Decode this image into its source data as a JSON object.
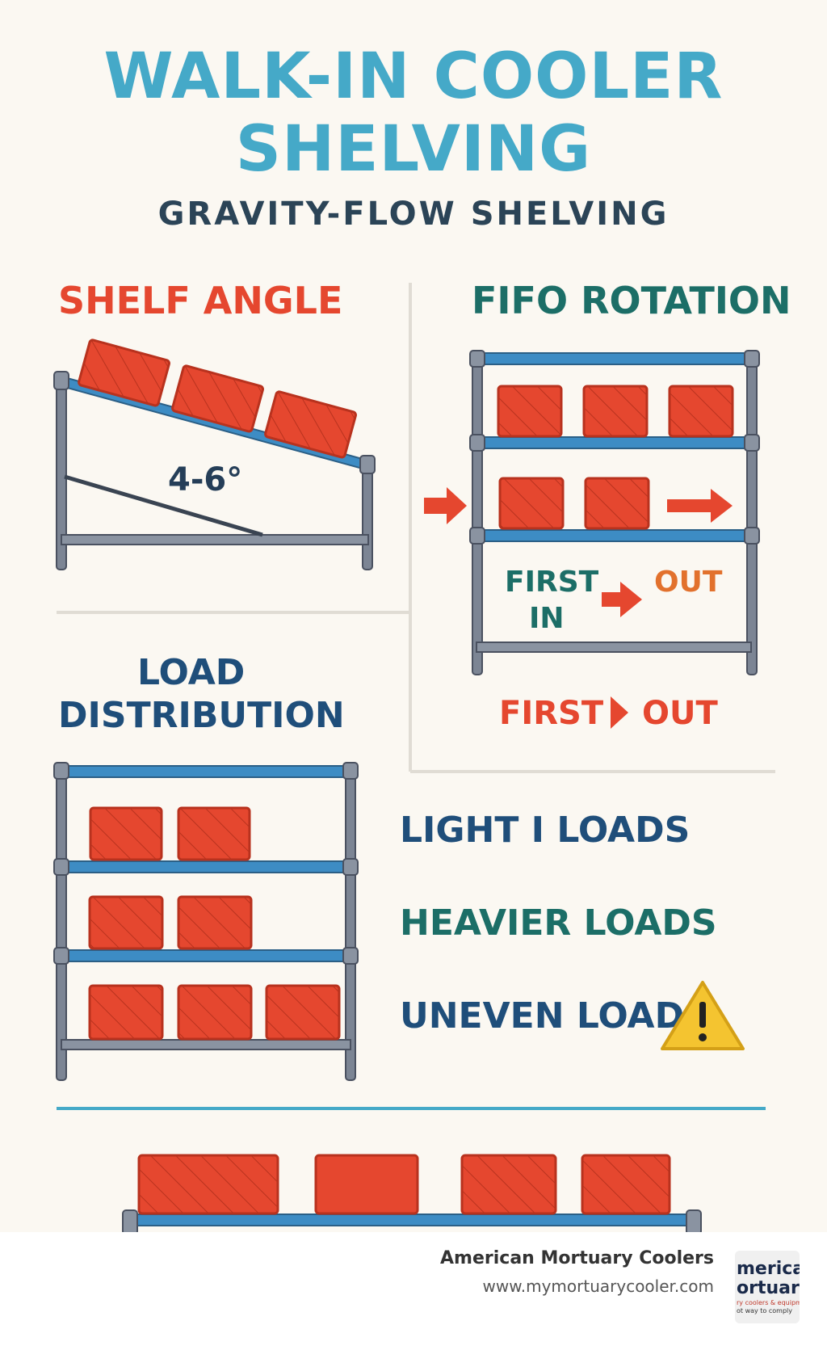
{
  "title": {
    "line1": "WALK-IN COOLER",
    "line2": "SHELVING",
    "subtitle": "GRAVITY-FLOW SHELVING"
  },
  "shelf_angle": {
    "heading": "SHELF ANGLE",
    "angle_label": "4-6°"
  },
  "fifo": {
    "heading": "FIFO ROTATION",
    "first_in_line1": "FIRST",
    "first_in_line2": "IN",
    "out": "OUT",
    "caption_left": "FIRST",
    "caption_right": "OUT"
  },
  "load_distribution": {
    "heading_line1": "LOAD",
    "heading_line2": "DISTRIBUTION",
    "labels": {
      "light": "LIGHT I LOADS",
      "heavier": "HEAVIER LOADS",
      "uneven": "UNEVEN LOAD"
    }
  },
  "footer": {
    "company": "American Mortuary Coolers",
    "url": "www.mymortuarycooler.com",
    "logo_line1": "merican",
    "logo_line2": "ortuary",
    "logo_sub1": "ry coolers & equipment",
    "logo_sub2": "ot way to comply"
  },
  "colors": {
    "title_blue": "#45a9c8",
    "box_red": "#e5472f",
    "teal": "#1c6e67",
    "navy": "#1f4e7a",
    "orange": "#e2712d",
    "frame_gray": "#7c8594",
    "shelf_blue": "#3d8cc4",
    "warning_yellow": "#f4c430"
  }
}
